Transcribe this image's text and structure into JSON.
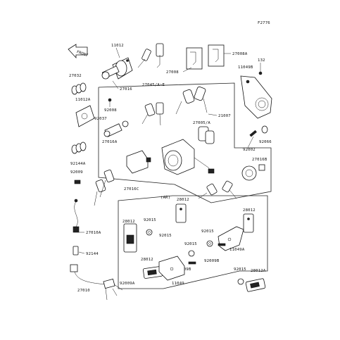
{
  "figure_code": "F2776",
  "front_label": "FRONT",
  "variant_note": "(AR)",
  "parts": {
    "p11012": "11012",
    "p27016": "27016",
    "p27032": "27032",
    "p11012A": "11012A",
    "p92008": "92008",
    "p92037": "92037",
    "p27045": "27045/A~E",
    "p27008": "27008",
    "p27008A": "27008A",
    "p11049B": "11049B",
    "p132": "132",
    "p21007": "21007",
    "p27005": "27005/A",
    "p27016A": "27016A",
    "p92144A": "92144A",
    "p92009": "92009",
    "p27016C": "27016C",
    "p92002": "92002",
    "p92066": "92066",
    "p27016B": "27016B",
    "p28012_top": "28012",
    "p28012_right": "28012",
    "p28012_left": "28012",
    "p92015_a": "92015",
    "p92015_b": "92015",
    "p92015_c": "92015",
    "p92015_d": "92015",
    "p92015_e": "92015",
    "p11049A": "11049A",
    "p92009B_a": "92009B",
    "p92009B_b": "92009B",
    "p28012_bl": "28012",
    "p11049": "11049",
    "p28012A": "28012A",
    "p27010A": "27010A",
    "p92144": "92144",
    "p27010": "27010",
    "p92009A": "92009A"
  }
}
